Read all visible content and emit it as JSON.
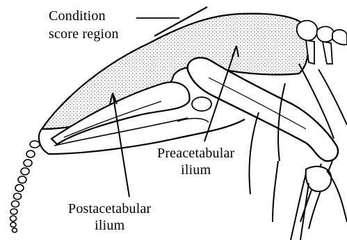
{
  "labels": {
    "condition_score_region": {
      "line1": "Condition",
      "line2": "score region"
    },
    "preacetabular_ilium": {
      "line1": "Preacetabular",
      "line2": "ilium"
    },
    "postacetabular_ilium": {
      "line1": "Postacetabular",
      "line2": "ilium"
    }
  },
  "colors": {
    "ink": "#000000",
    "stipple": "#7a7a7a",
    "paper": "#ffffff"
  }
}
